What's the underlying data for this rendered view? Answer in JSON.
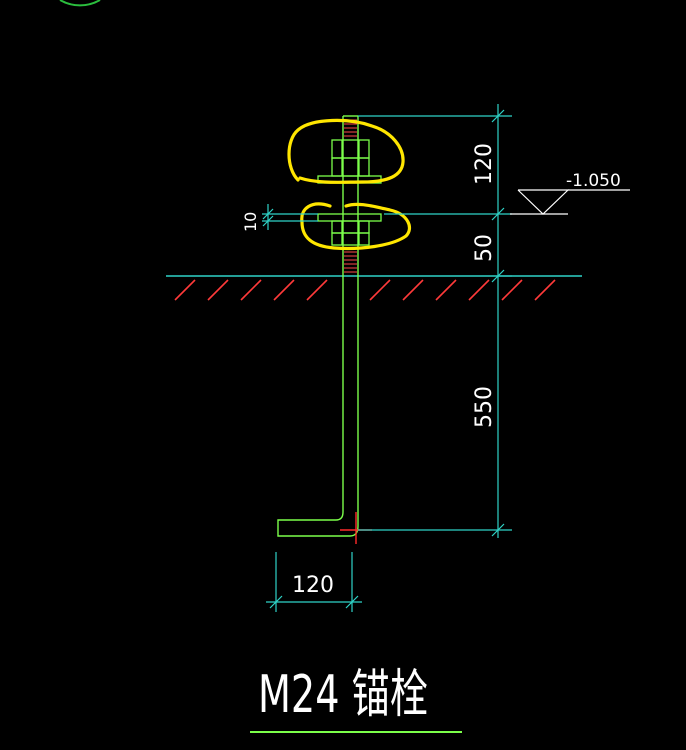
{
  "drawing": {
    "title": "M24 锚栓",
    "elevation": "-1.050",
    "dims": {
      "top_dim": "120",
      "small_dim": "10",
      "mid_dim": "50",
      "embed_dim": "550",
      "hook_dim": "120"
    }
  },
  "colors": {
    "background": "#000000",
    "bolt": "#7CFF4A",
    "dimension": "#2FD3C8",
    "text": "#FFFFFF",
    "ground_hatch": "#FF3A3A",
    "highlight": "#FFE600",
    "thread": "#FF4A4A",
    "anchor_cross": "#FF2A2A"
  }
}
